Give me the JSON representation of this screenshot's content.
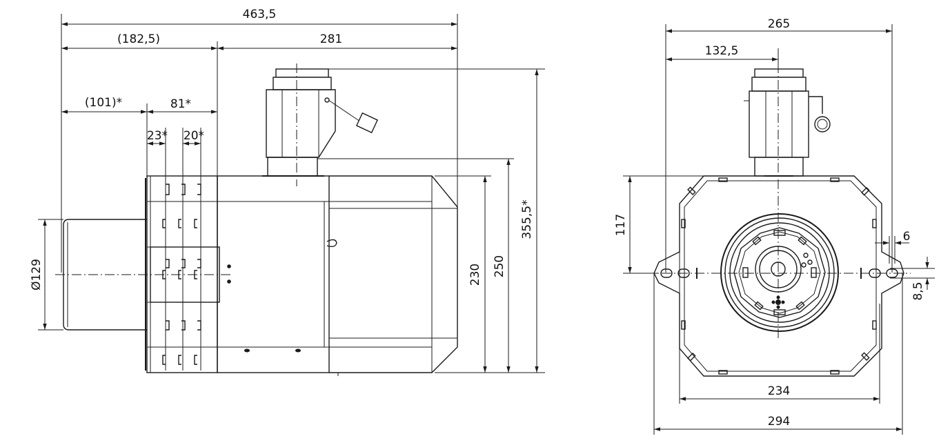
{
  "side_view": {
    "dim_overall_length": "463,5",
    "dim_rear_section": "(182,5)",
    "dim_front_section": "281",
    "dim_rear_offset": "(101)*",
    "dim_module_width": "81*",
    "dim_slot_a": "23*",
    "dim_slot_b": "20*",
    "dim_tube_diameter": "Ø129",
    "dim_body_height": "230",
    "dim_body_plus_collar": "250",
    "dim_total_height": "355,5*"
  },
  "front_view": {
    "dim_top_width": "265",
    "dim_half_width": "132,5",
    "dim_mount_height": "117",
    "dim_slot_width": "6",
    "dim_slot_height": "8,5",
    "dim_body_width": "234",
    "dim_flange_width": "294"
  }
}
